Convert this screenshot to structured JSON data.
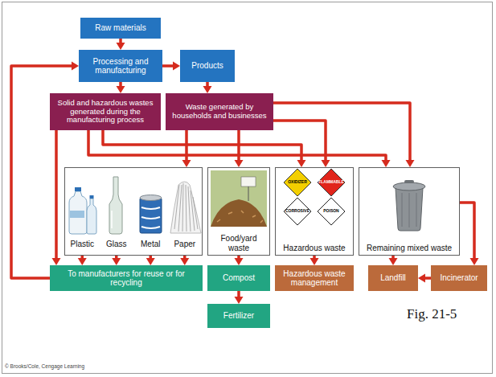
{
  "diagram": {
    "nodes": [
      {
        "text": [
          "Raw materials"
        ]
      },
      {
        "text": [
          "Processing and manufacturing"
        ]
      },
      {
        "text": [
          "Products"
        ]
      },
      {
        "text": [
          "Solid and hazardous wastes generated during the manufacturing process"
        ]
      },
      {
        "text": [
          "Waste generated by households and businesses"
        ]
      },
      {
        "text": [
          "Plastic",
          "Glass",
          "Metal",
          "Paper"
        ]
      },
      {
        "text": [
          "Food/yard waste"
        ]
      },
      {
        "text": [
          "Hazardous waste"
        ]
      },
      {
        "text": [
          "Remaining mixed waste"
        ]
      },
      {
        "text": [
          "To manufacturers for reuse or for recycling"
        ]
      },
      {
        "text": [
          "Compost"
        ]
      },
      {
        "text": [
          "Hazardous waste management"
        ]
      },
      {
        "text": [
          "Landfill"
        ]
      },
      {
        "text": [
          "Incinerator"
        ]
      },
      {
        "text": [
          "Fertilizer"
        ]
      }
    ],
    "edges": [
      {
        "from": 0,
        "to": 1,
        "arrow": "to"
      },
      {
        "from": 1,
        "to": 2,
        "arrow": "to"
      },
      {
        "from": 1,
        "to": 3,
        "arrow": "to"
      },
      {
        "from": 2,
        "to": 4,
        "arrow": "to"
      },
      {
        "from": 9,
        "to": 1,
        "arrow": "to"
      },
      {
        "from": 3,
        "to": 9,
        "arrow": "to"
      },
      {
        "from": 3,
        "to": 7,
        "arrow": "to"
      },
      {
        "from": 3,
        "to": 8,
        "arrow": "to"
      },
      {
        "from": 4,
        "to": 5,
        "arrow": "to"
      },
      {
        "from": 4,
        "to": 6,
        "arrow": "to"
      },
      {
        "from": 4,
        "to": 7,
        "arrow": "to"
      },
      {
        "from": 4,
        "to": 8,
        "arrow": "to"
      },
      {
        "from": 5,
        "to": 9,
        "arrow": "to"
      },
      {
        "from": 6,
        "to": 10,
        "arrow": "to"
      },
      {
        "from": 10,
        "to": 14,
        "arrow": "to"
      },
      {
        "from": 7,
        "to": 11,
        "arrow": "to"
      },
      {
        "from": 8,
        "to": 12,
        "arrow": "to"
      },
      {
        "from": 8,
        "to": 13,
        "arrow": "to"
      },
      {
        "from": 13,
        "to": 12,
        "arrow": "to"
      }
    ],
    "labels": [
      "OXIDIZER",
      "FLAMMABLE",
      "CORROSIVE",
      "POISON",
      "Fig. 21-5",
      "© Brooks/Cole, Cengage Learning"
    ]
  }
}
